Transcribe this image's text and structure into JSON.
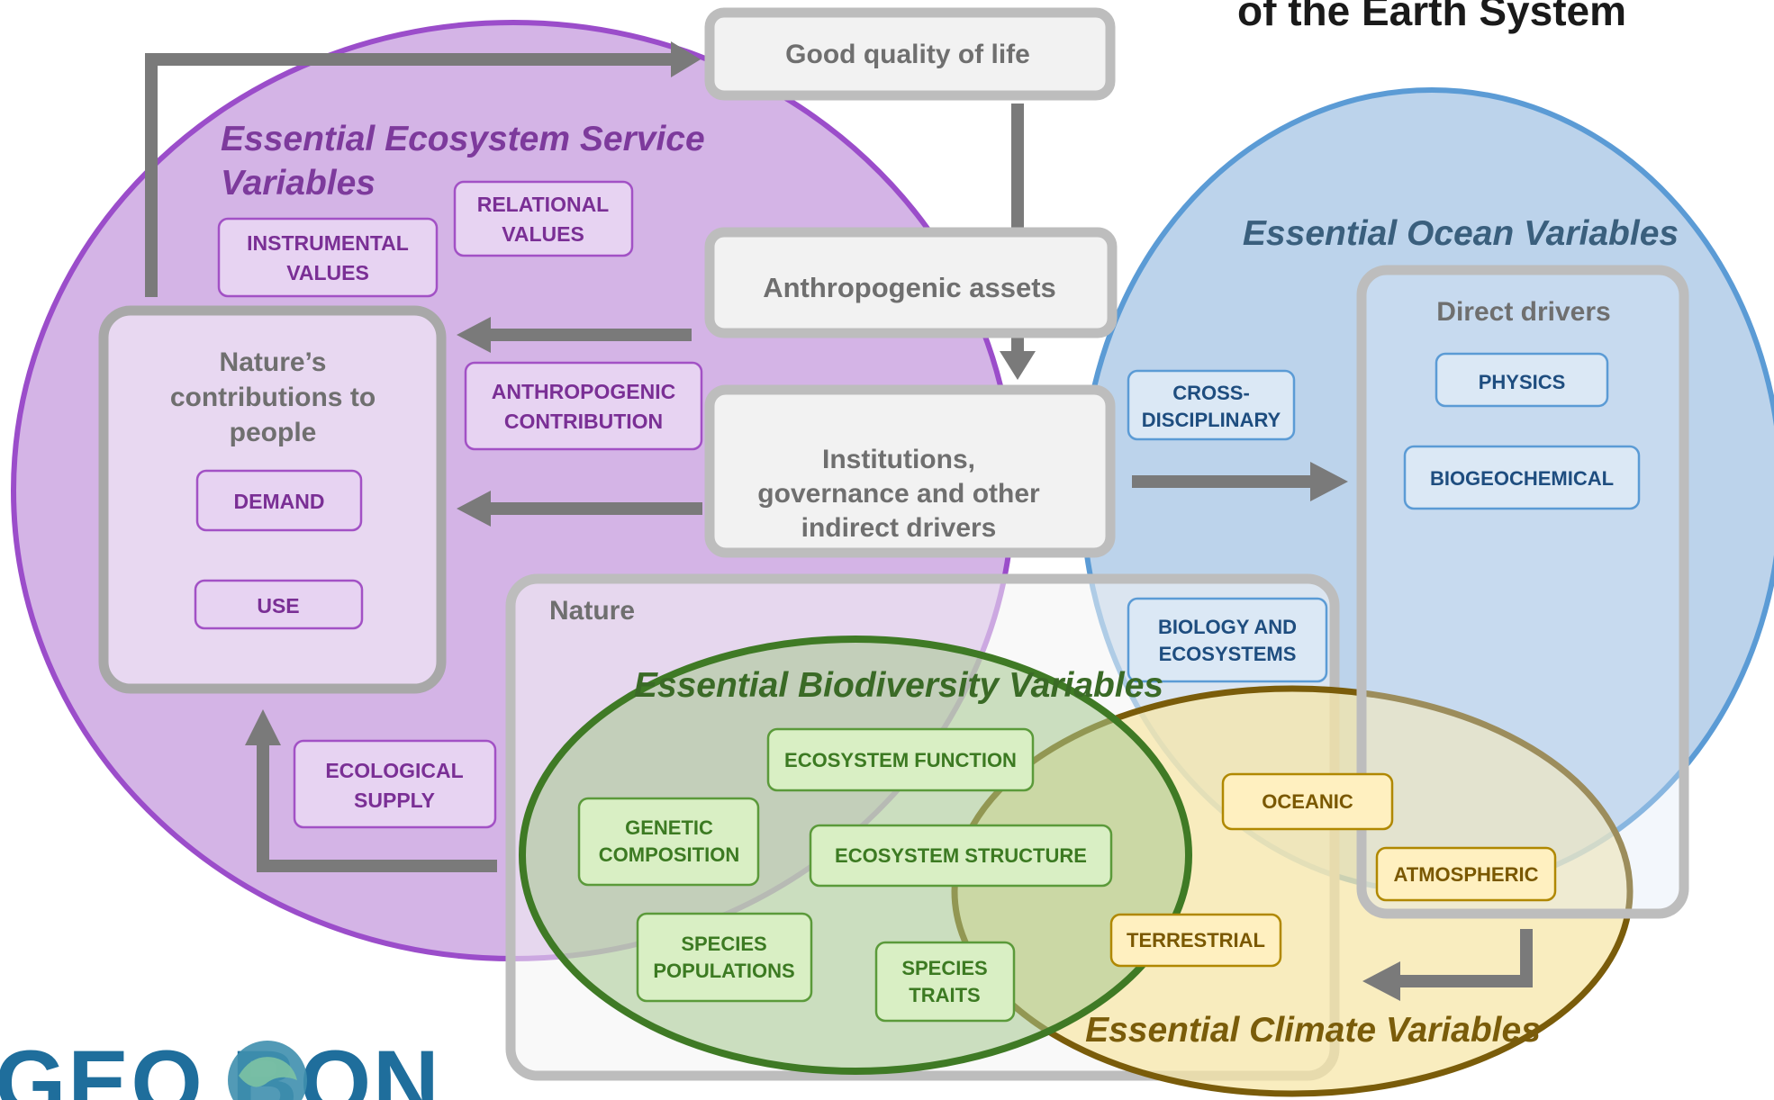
{
  "header": {
    "title_fragment": "of the Earth System"
  },
  "central": {
    "good_quality": "Good quality of life",
    "anthropogenic_assets": "Anthropogenic assets",
    "institutions": [
      "Institutions,",
      "governance and other",
      "indirect drivers"
    ]
  },
  "eesv": {
    "title": [
      "Essential Ecosystem Service",
      "Variables"
    ],
    "relational_values": [
      "RELATIONAL",
      "VALUES"
    ],
    "instrumental_values": [
      "INSTRUMENTAL",
      "VALUES"
    ],
    "anthropogenic_contribution": [
      "ANTHROPOGENIC",
      "CONTRIBUTION"
    ],
    "ecological_supply": [
      "ECOLOGICAL",
      "SUPPLY"
    ]
  },
  "ncp": {
    "title": [
      "Nature’s",
      "contributions to",
      "people"
    ],
    "demand": "DEMAND",
    "use": "USE"
  },
  "eov": {
    "title": "Essential Ocean Variables",
    "cross_disciplinary": [
      "CROSS-",
      "DISCIPLINARY"
    ],
    "biology_ecosystems": [
      "BIOLOGY AND",
      "ECOSYSTEMS"
    ]
  },
  "drivers": {
    "title": "Direct drivers",
    "physics": "PHYSICS",
    "biogeochemical": "BIOGEOCHEMICAL"
  },
  "nature": {
    "title": "Nature"
  },
  "ebv": {
    "title": "Essential Biodiversity Variables",
    "ecosystem_function": "ECOSYSTEM FUNCTION",
    "genetic_composition": [
      "GENETIC",
      "COMPOSITION"
    ],
    "ecosystem_structure": "ECOSYSTEM STRUCTURE",
    "species_populations": [
      "SPECIES",
      "POPULATIONS"
    ],
    "species_traits": [
      "SPECIES",
      "TRAITS"
    ]
  },
  "ecv": {
    "title": "Essential Climate Variables",
    "oceanic": "OCEANIC",
    "atmospheric": "ATMOSPHERIC",
    "terrestrial": "TERRESTRIAL"
  },
  "logo": {
    "text": "GEO BON"
  },
  "colors": {
    "purple_fill": "#d4b4e6",
    "purple_stroke": "#9b4dca",
    "blue_fill": "#aecbe7",
    "blue_stroke": "#5b9bd5",
    "green_fill": "#a6c98f",
    "green_stroke": "#3f7a25",
    "yellow_fill": "#f7e6a6",
    "yellow_stroke": "#7a5c0a",
    "gray_box": "#bdbdbd"
  }
}
